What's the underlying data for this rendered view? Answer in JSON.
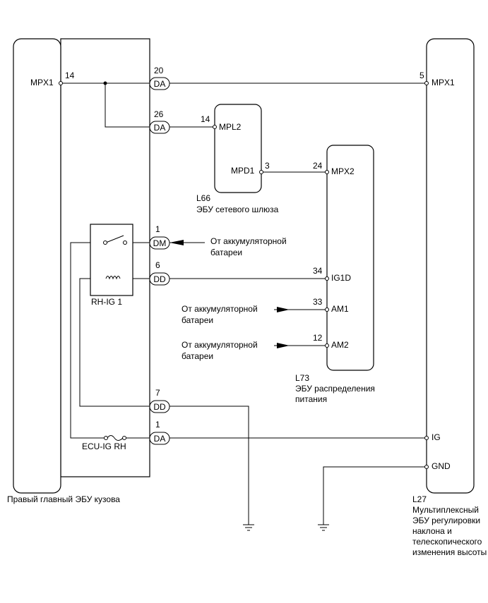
{
  "body_ecu": {
    "label": "Правый главный ЭБУ кузова",
    "pin_name": "MPX1",
    "pin_num": "14"
  },
  "connectors": {
    "da_mpx1": {
      "code": "DA",
      "pin": "20"
    },
    "da_mpl": {
      "code": "DA",
      "pin": "26"
    },
    "dm": {
      "code": "DM",
      "pin": "1"
    },
    "dd_ig1d": {
      "code": "DD",
      "pin": "6"
    },
    "dd_gnd": {
      "code": "DD",
      "pin": "7"
    },
    "da_ig": {
      "code": "DA",
      "pin": "1"
    }
  },
  "relay": {
    "label": "RH-IG 1"
  },
  "fuse": {
    "label": "ECU-IG RH"
  },
  "gateway": {
    "code": "L66",
    "name": "ЭБУ сетевого шлюза",
    "pin_mpl2": "MPL2",
    "pin_mpl2_num": "14",
    "pin_mpd1": "MPD1",
    "pin_mpd1_num": "3"
  },
  "power_dist": {
    "code": "L73",
    "name_line1": "ЭБУ распределения",
    "name_line2": "питания",
    "pin_mpx2": "MPX2",
    "pin_mpx2_num": "24",
    "pin_ig1d": "IG1D",
    "pin_ig1d_num": "34",
    "pin_am1": "AM1",
    "pin_am1_num": "33",
    "pin_am2": "AM2",
    "pin_am2_num": "12"
  },
  "battery_line1": "От аккумуляторной",
  "battery_line2": "батареи",
  "tilt_ecu": {
    "code": "L27",
    "pin_mpx1": "MPX1",
    "pin_mpx1_num": "5",
    "pin_ig": "IG",
    "pin_gnd": "GND",
    "name_line1": "Мультиплексный",
    "name_line2": "ЭБУ регулировки",
    "name_line3": "наклона и",
    "name_line4": "телескопического",
    "name_line5": "изменения высоты"
  }
}
